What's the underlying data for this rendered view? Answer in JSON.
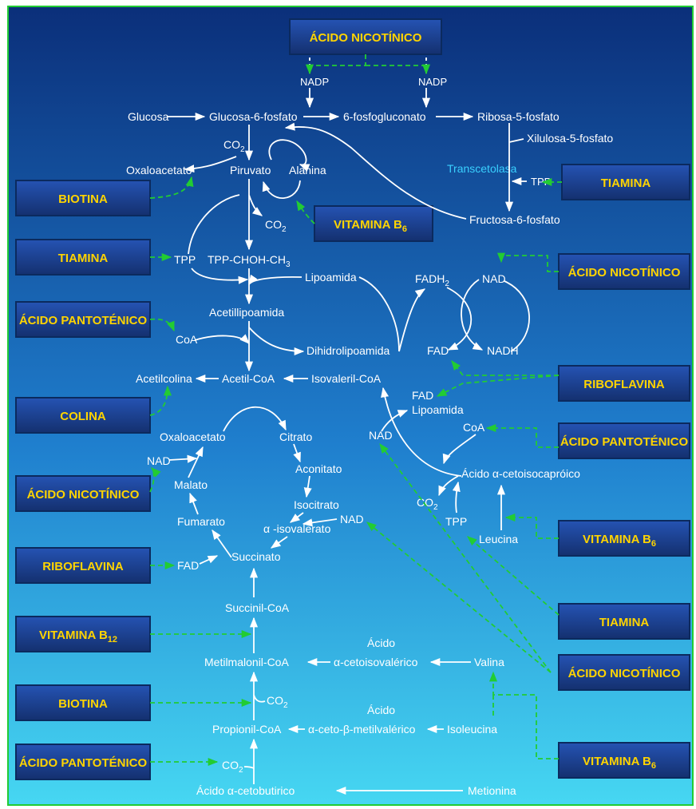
{
  "colors": {
    "background_top": "#0b2f7a",
    "background_bottom": "#3ad0f0",
    "box_fill_top": "#1f4aa6",
    "box_fill_bottom": "#142f73",
    "box_label": "#ffd400",
    "arrow": "#ffffff",
    "dashed_arrow": "#22cc33",
    "highlight_text": "#39d0ff"
  },
  "vitamins": {
    "top_nicotinic": "ÁCIDO NICOTÍNICO",
    "biotina_1": "BIOTINA",
    "tiamina_left": "TIAMINA",
    "pantotenico_left": "ÁCIDO PANTOTÉNICO",
    "colina": "COLINA",
    "nicotinico_left": "ÁCIDO NICOTÍNICO",
    "riboflavina_left": "RIBOFLAVINA",
    "b12": "VITAMINA B",
    "b12_sub": "12",
    "biotina_2": "BIOTINA",
    "pantotenico_bottom": "ÁCIDO PANTOTÉNICO",
    "b6_center": "VITAMINA B",
    "b6_sub": "6",
    "tiamina_right": "TIAMINA",
    "nicotinico_right": "ÁCIDO NICOTÍNICO",
    "riboflavina_right": "RIBOFLAVINA",
    "pantotenico_right": "ÁCIDO PANTOTÉNICO",
    "b6_right1": "VITAMINA B",
    "tiamina_right2": "TIAMINA",
    "nicotinico_right2": "ÁCIDO NICOTÍNICO",
    "b6_right2": "VITAMINA B"
  },
  "nodes": {
    "nadp1": "NADP",
    "nadp2": "NADP",
    "glucosa": "Glucosa",
    "glucosa6f": "Glucosa-6-fosfato",
    "fosfogluconato": "6-fosfogluconato",
    "ribosa5f": "Ribosa-5-fosfato",
    "xilulosa5f": "Xilulosa-5-fosfato",
    "transcetolasa": "Transcetolasa",
    "tpp_right": "TPP",
    "fructosa6f": "Fructosa-6-fosfato",
    "co2_a": "CO",
    "oxaloacetato_top": "Oxaloacetato",
    "piruvato": "Piruvato",
    "alanina": "Alanina",
    "co2_b": "CO",
    "tpp_left": "TPP",
    "tpp_choh": "TPP-CHOH-CH",
    "lipoamida": "Lipoamida",
    "fadh2": "FADH",
    "nad_top": "NAD",
    "acetillipoamida": "Acetillipoamida",
    "coa_left": "CoA",
    "dihidrolipoamida": "Dihidrolipoamida",
    "fad_mid": "FAD",
    "nadh": "NADH",
    "acetilcolina": "Acetilcolina",
    "acetilcoa": "Acetil-CoA",
    "isovalerilcoa": "Isovaleril-CoA",
    "fad_lipo1": "FAD",
    "fad_lipo2": "Lipoamida",
    "nad_r": "NAD",
    "coa_r": "CoA",
    "oxaloacetato": "Oxaloacetato",
    "citrato": "Citrato",
    "nad_left": "NAD",
    "aconitato": "Aconitato",
    "acido_cetoisocaproico": "Ácido α-cetoisocapróico",
    "malato": "Malato",
    "isocitrato": "Isocitrato",
    "co2_c": "CO",
    "fumarato": "Fumarato",
    "alfa_isovalerato": "α -isovalerato",
    "nad_mid": "NAD",
    "tpp_low": "TPP",
    "leucina": "Leucina",
    "fad_low": "FAD",
    "succinato": "Succinato",
    "succinilcoa": "Succinil-CoA",
    "acido1": "Ácido",
    "metilmalonilcoa": "Metilmalonil-CoA",
    "cetoisovalerico": "α-cetoisovalérico",
    "valina": "Valina",
    "co2_d": "CO",
    "acido2": "Ácido",
    "propionilcoa": "Propionil-CoA",
    "cetometilvalerico": "α-ceto-β-metilvalérico",
    "isoleucina": "Isoleucina",
    "co2_e": "CO",
    "cetobutirico": "Ácido α-cetobutirico",
    "metionina": "Metionina",
    "sub2": "2",
    "sub3": "3"
  }
}
